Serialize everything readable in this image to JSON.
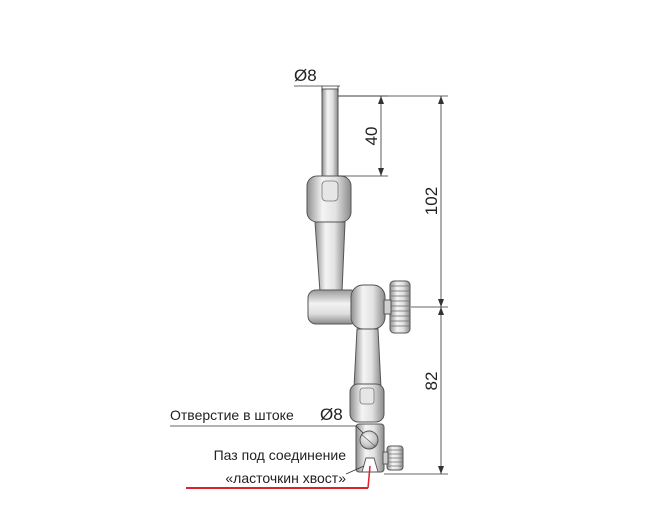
{
  "labels": {
    "rod_diameter": "Ø8",
    "hole_in_rod": "Отверстие в штоке",
    "hole_diameter": "Ø8",
    "dovetail_line1": "Паз под соединение",
    "dovetail_line2": "«ласточкин хвост»"
  },
  "dimensions": {
    "rod_length": "40",
    "upper_height": "102",
    "lower_height": "82"
  },
  "colors": {
    "metal_light": "#f2f2f2",
    "metal_mid": "#c8c8c8",
    "metal_dark": "#8a8a8a",
    "underline_red": "#e0202a"
  }
}
